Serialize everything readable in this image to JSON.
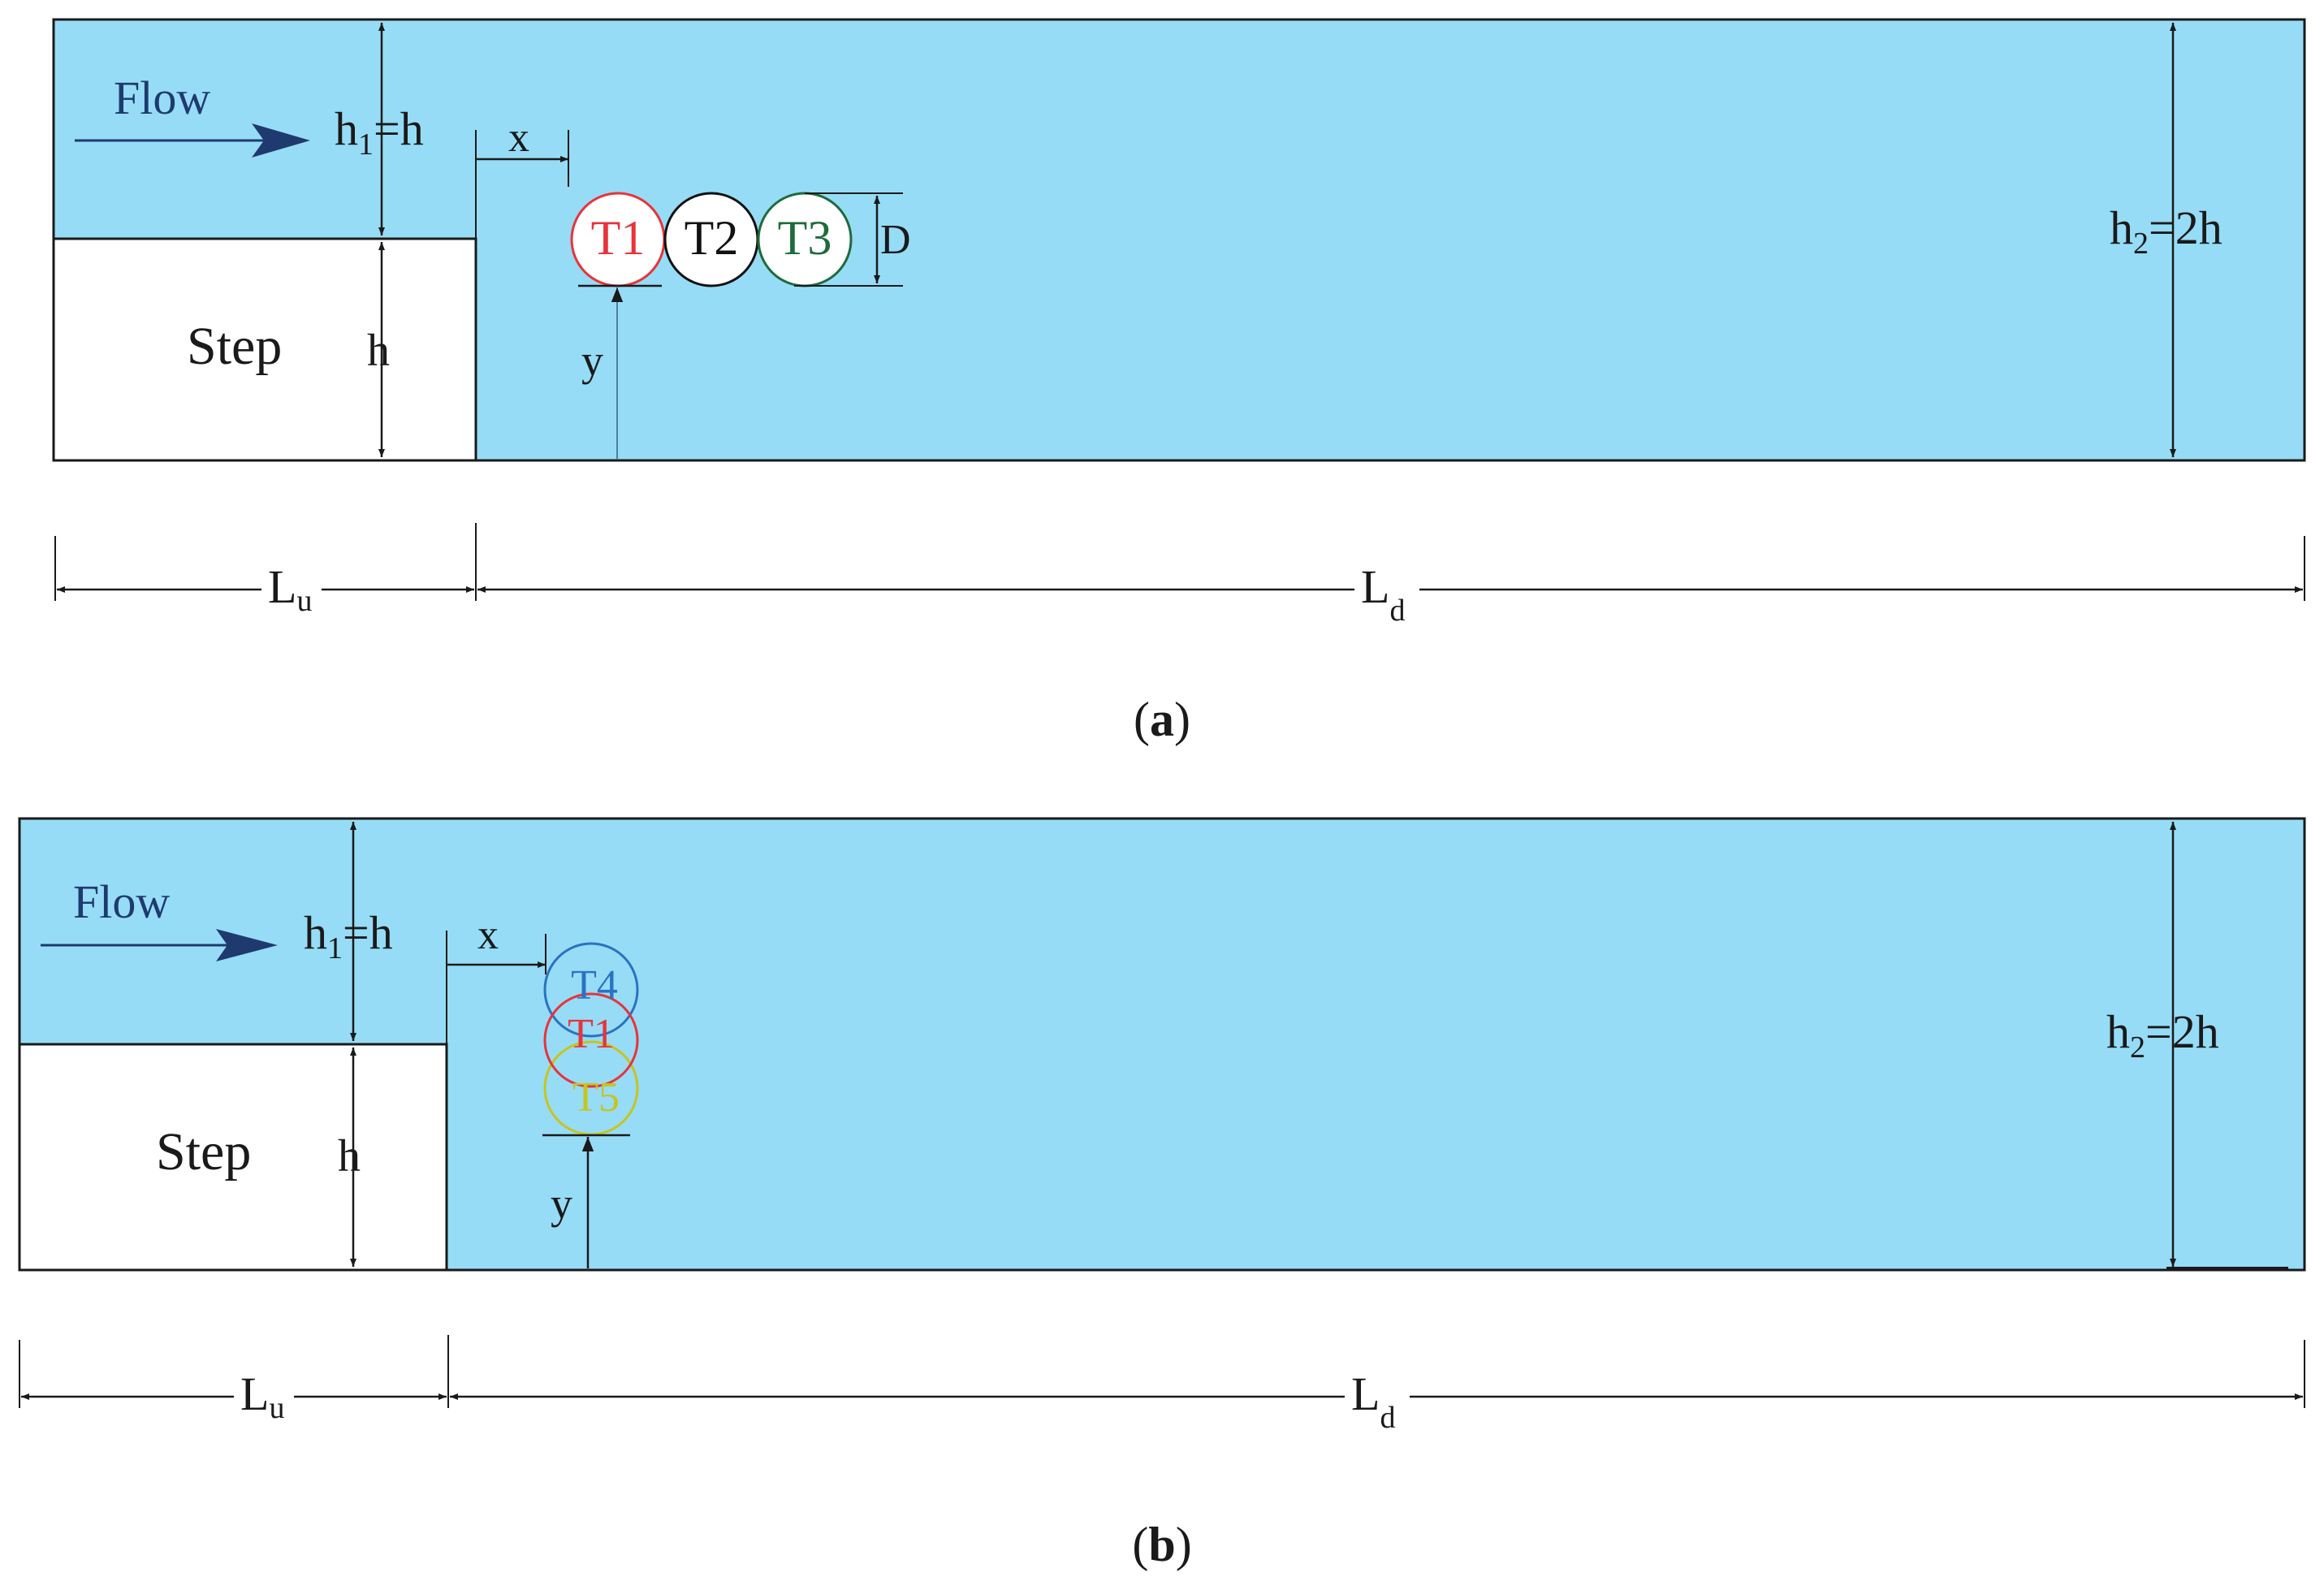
{
  "colors": {
    "fluid": "#96dcf6",
    "line": "#1a1a1a",
    "arrow": "#1f3a6e",
    "flow_text": "#1f3a6e",
    "t1": "#e8333a",
    "t2": "#111111",
    "t3": "#1e6b3c",
    "t4": "#2a72c2",
    "t5": "#c8c41e"
  },
  "panels": [
    {
      "caption": "a",
      "flow_label": "Flow",
      "h1_main": "h",
      "h1_sub": "1",
      "h1_rest": "=h",
      "step_label": "Step",
      "step_h_label": "h",
      "x_label": "x",
      "y_label": "y",
      "d_label": "D",
      "h2_main": "h",
      "h2_sub": "2",
      "h2_rest": "=2h",
      "lu_main": "L",
      "lu_sub": "u",
      "ld_main": "L",
      "ld_sub": "d",
      "cylinders": [
        {
          "label": "T1",
          "color_key": "t1"
        },
        {
          "label": "T2",
          "color_key": "t2"
        },
        {
          "label": "T3",
          "color_key": "t3"
        }
      ]
    },
    {
      "caption": "b",
      "flow_label": "Flow",
      "h1_main": "h",
      "h1_sub": "1",
      "h1_rest": "=h",
      "step_label": "Step",
      "step_h_label": "h",
      "x_label": "x",
      "y_label": "y",
      "h2_main": "h",
      "h2_sub": "2",
      "h2_rest": "=2h",
      "lu_main": "L",
      "lu_sub": "u",
      "ld_main": "L",
      "ld_sub": "d",
      "cylinders": [
        {
          "label": "T4",
          "color_key": "t4"
        },
        {
          "label": "T1",
          "color_key": "t1"
        },
        {
          "label": "T5",
          "color_key": "t5"
        }
      ]
    }
  ]
}
